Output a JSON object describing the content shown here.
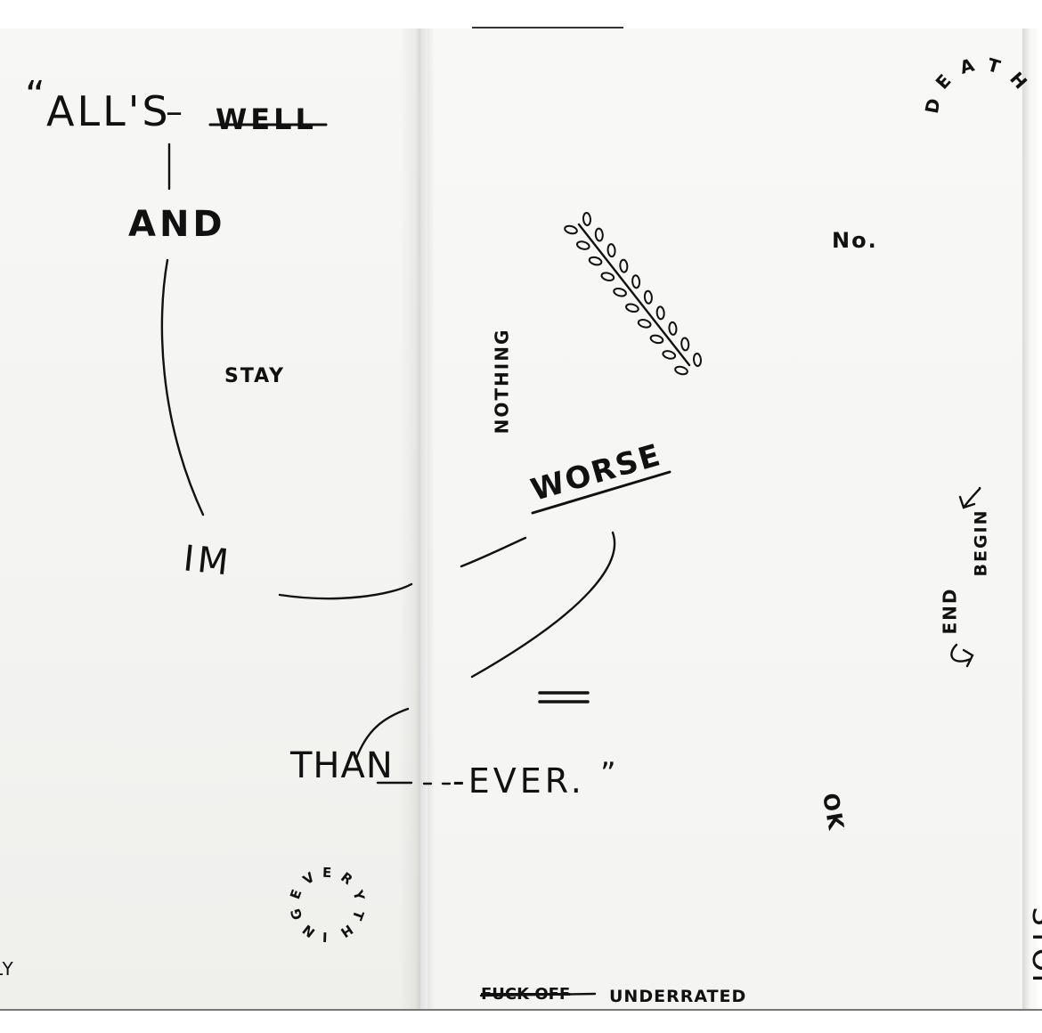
{
  "poem": {
    "open_quote": "“",
    "alls": "ALL'S",
    "dash": "–",
    "well": "WELL",
    "and": "AND",
    "stay": "STAY",
    "im": "IM",
    "worse": "WORSE",
    "equals": "=",
    "than": "THAN",
    "ever": "-EVER.",
    "close_quote": "”"
  },
  "margin_words": {
    "nothing": "NOTHING",
    "no": "No.",
    "ok": "OK",
    "end": "END",
    "begin": "BEGIN",
    "stop": "STOP",
    "cut_off_left": "LY",
    "fuck_off": "FUCK OFF",
    "underrated": "UNDERRATED"
  },
  "circular_words": {
    "death": [
      "D",
      "E",
      "A",
      "T",
      "H"
    ],
    "everything": [
      "E",
      "V",
      "E",
      "R",
      "Y",
      "T",
      "H",
      "I",
      "N",
      "G"
    ]
  },
  "colors": {
    "ink": "#111111",
    "paper": "#f5f5f3",
    "background": "#ffffff"
  }
}
